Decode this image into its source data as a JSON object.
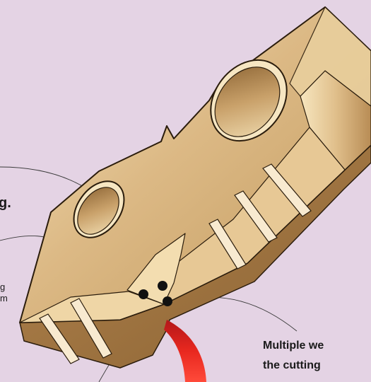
{
  "caption": {
    "line1": "Multiple we",
    "line2": "the cutting"
  },
  "left_fragments": {
    "big": "g.",
    "small1": "g",
    "small2": "m"
  },
  "colors": {
    "background": "#e4d3e4",
    "insert_light": "#f1dcae",
    "insert_mid": "#d9b47a",
    "insert_dark": "#9a6f35",
    "outline": "#2a1c0c",
    "arrow_red": "#e2271f",
    "callout_line": "#3a3a3a",
    "dot": "#111111"
  }
}
